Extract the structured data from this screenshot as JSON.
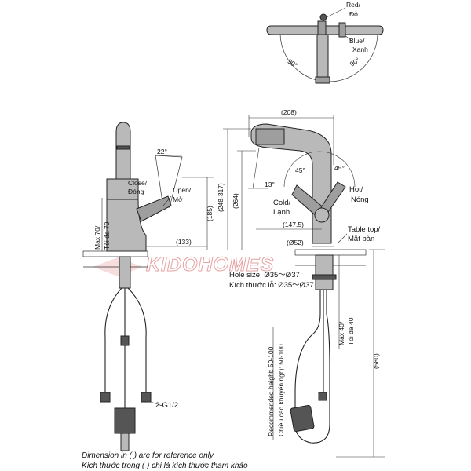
{
  "watermark": "KIDOHOMES",
  "top_view": {
    "red_label_en": "Red/",
    "red_label_vi": "Đỏ",
    "blue_label_en": "Blue/",
    "blue_label_vi": "Xanh",
    "angle_left": "90°",
    "angle_right": "90°"
  },
  "side_view": {
    "angle_top": "22°",
    "close_en": "Close/",
    "close_vi": "Đóng",
    "open_en": "Open/",
    "open_vi": "Mở",
    "max_en": "Max 70/",
    "max_vi": "Tối đa 70",
    "dim_185": "(185)",
    "dim_133": "(133)",
    "thread": "2-G1/2"
  },
  "front_view": {
    "dim_208": "(208)",
    "dim_248_317": "(248-317)",
    "dim_264": "(264)",
    "angle_13": "13°",
    "angle_45_left": "45°",
    "angle_45_right": "45°",
    "hot_en": "Hot/",
    "hot_vi": "Nóng",
    "cold_en": "Cold/",
    "cold_vi": "Lạnh",
    "dim_147_5": "(147.5)",
    "dim_52": "(Ø52)",
    "table_top_en": "Table top/",
    "table_top_vi": "Mặt bàn",
    "hole_size_en": "Hole size: Ø35～Ø37",
    "hole_size_vi": "Kích thước lỗ: Ø35～Ø37",
    "max40_en": "Max 40/",
    "max40_vi": "Tối đa 40",
    "dim_580": "(580)",
    "rec_height_en": "Recommended height: 50-100",
    "rec_height_vi": "Chiều cao khuyến nghị: 50-100"
  },
  "notes": {
    "line1": "Dimension in ( ) are for reference only",
    "line2": "Kích thước trong ( ) chỉ là kích thước tham khảo"
  }
}
